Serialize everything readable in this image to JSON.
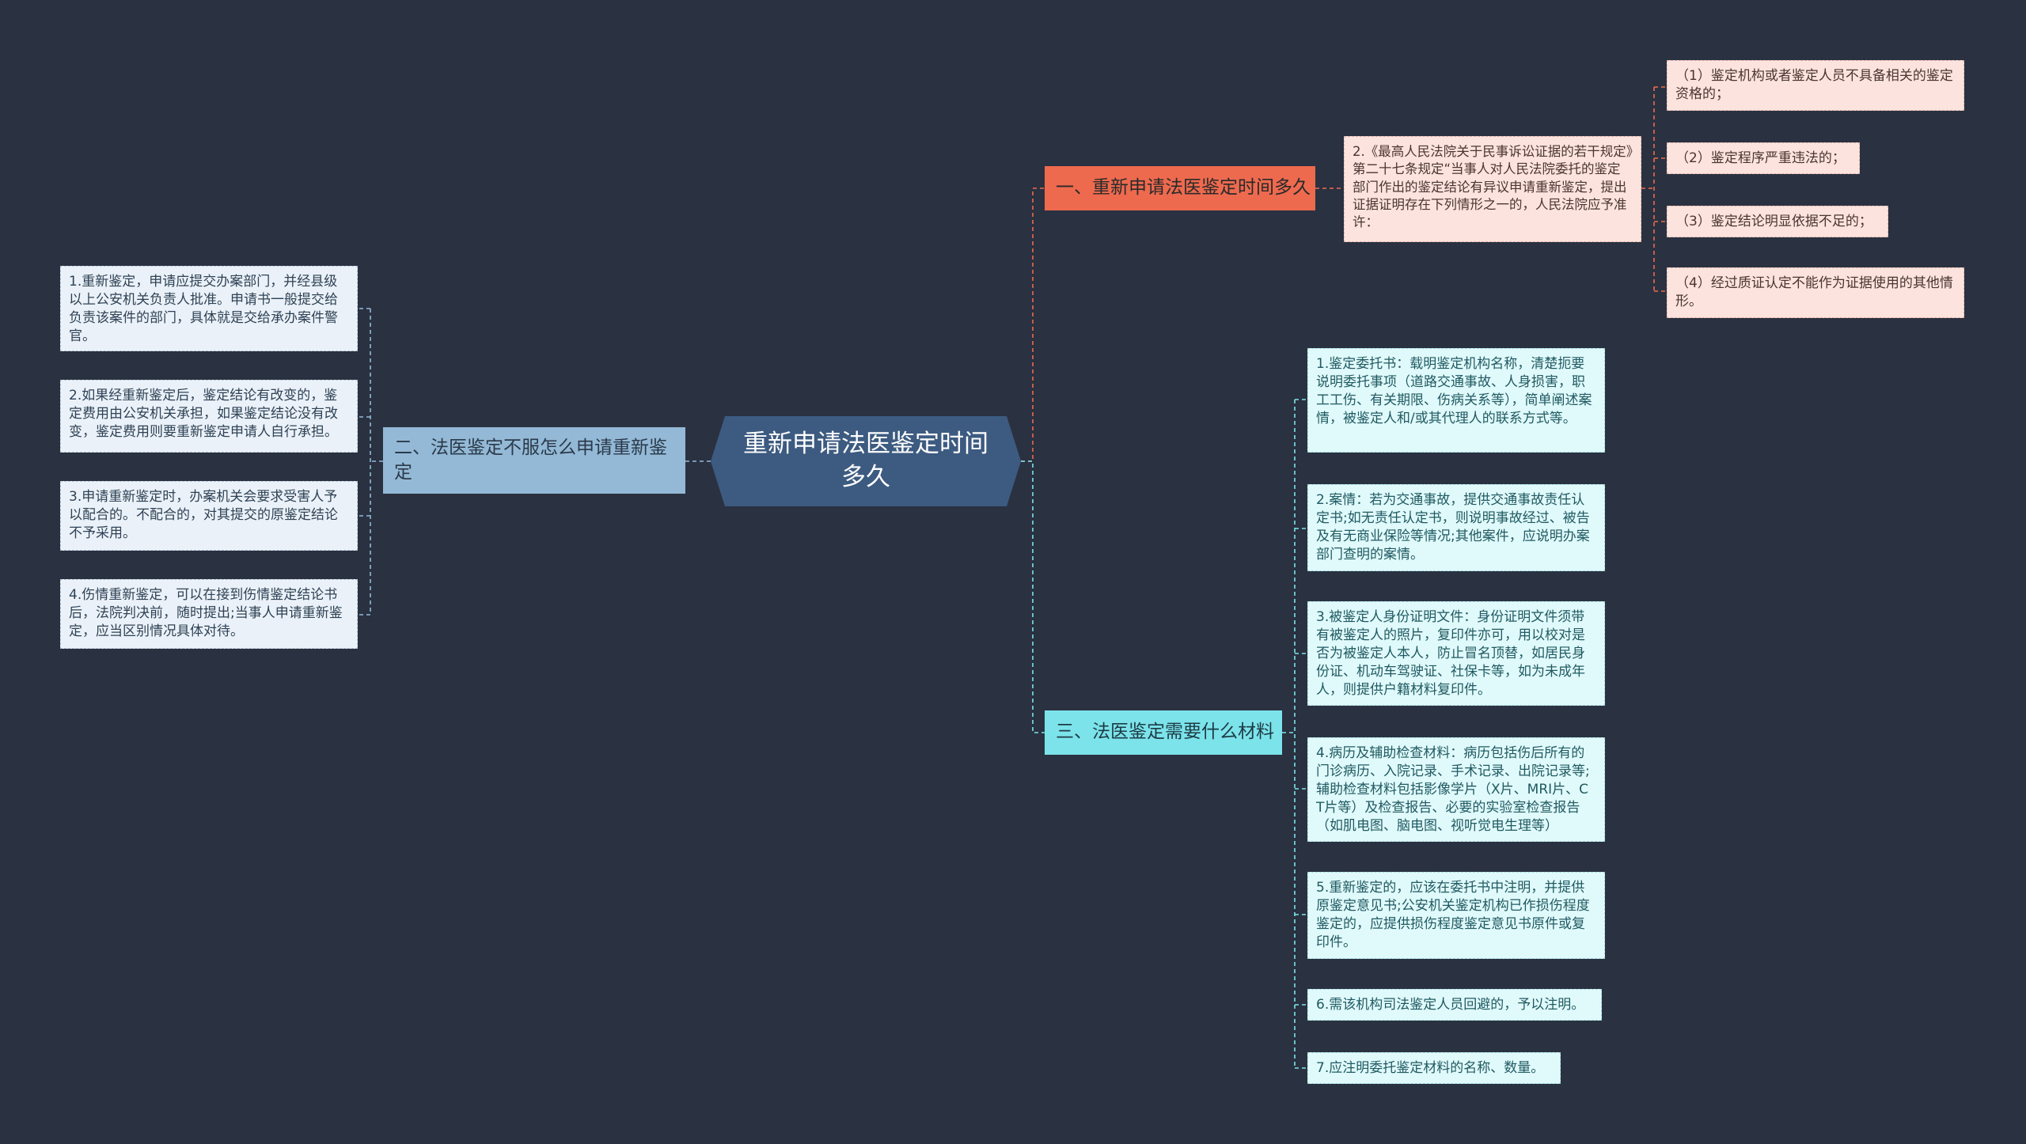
{
  "root": {
    "label": "重新申请法医鉴定时间多久"
  },
  "branches": {
    "b1": {
      "label": "一、重新申请法医鉴定时间多久",
      "sub": "2.《最高人民法院关于民事诉讼证据的若干规定》第二十七条规定“当事人对人民法院委托的鉴定部门作出的鉴定结论有异议申请重新鉴定，提出证据证明存在下列情形之一的，人民法院应予准许：",
      "items": [
        "（1）鉴定机构或者鉴定人员不具备相关的鉴定资格的；",
        "（2）鉴定程序严重违法的；",
        "（3）鉴定结论明显依据不足的；",
        "（4）经过质证认定不能作为证据使用的其他情形。"
      ]
    },
    "b2": {
      "label": "二、法医鉴定不服怎么申请重新鉴定",
      "items": [
        "1.重新鉴定，申请应提交办案部门，并经县级以上公安机关负责人批准。申请书一般提交给负责该案件的部门，具体就是交给承办案件警官。",
        "2.如果经重新鉴定后，鉴定结论有改变的，鉴定费用由公安机关承担，如果鉴定结论没有改变，鉴定费用则要重新鉴定申请人自行承担。",
        "3.申请重新鉴定时，办案机关会要求受害人予以配合的。不配合的，对其提交的原鉴定结论不予采用。",
        "4.伤情重新鉴定，可以在接到伤情鉴定结论书后，法院判决前，随时提出;当事人申请重新鉴定，应当区别情况具体对待。"
      ]
    },
    "b3": {
      "label": "三、法医鉴定需要什么材料",
      "items": [
        "1.鉴定委托书：载明鉴定机构名称，清楚扼要说明委托事项（道路交通事故、人身损害，职工工伤、有关期限、伤病关系等），简单阐述案情，被鉴定人和/或其代理人的联系方式等。",
        "2.案情：若为交通事故，提供交通事故责任认定书;如无责任认定书，则说明事故经过、被告及有无商业保险等情况;其他案件，应说明办案部门查明的案情。",
        "3.被鉴定人身份证明文件：身份证明文件须带有被鉴定人的照片，复印件亦可，用以校对是否为被鉴定人本人，防止冒名顶替，如居民身份证、机动车驾驶证、社保卡等，如为未成年人，则提供户籍材料复印件。",
        "4.病历及辅助检查材料：病历包括伤后所有的门诊病历、入院记录、手术记录、出院记录等;辅助检查材料包括影像学片（X片、MRI片、CT片等）及检查报告、必要的实验室检查报告（如肌电图、脑电图、视听觉电生理等）",
        "5.重新鉴定的，应该在委托书中注明，并提供原鉴定意见书;公安机关鉴定机构已作损伤程度鉴定的，应提供损伤程度鉴定意见书原件或复印件。",
        "6.需该机构司法鉴定人员回避的，予以注明。",
        "7.应注明委托鉴定材料的名称、数量。"
      ]
    }
  },
  "colors": {
    "background": "#2a3140",
    "root": "#3d5a80",
    "branch1": "#ee6a4f",
    "branch2": "#93b9d6",
    "branch3": "#7ce3ea",
    "line1": "#ee6a4f",
    "line2": "#93b9d6",
    "line3": "#7ce3ea"
  }
}
